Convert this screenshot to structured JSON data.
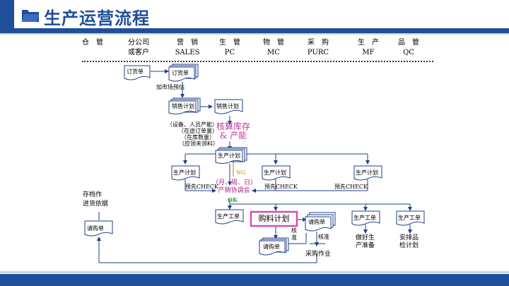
{
  "header": {
    "title": "生产运营流程"
  },
  "columns": [
    {
      "top": "仓　管",
      "bottom": ""
    },
    {
      "top": "分公司",
      "bottom": "或客户"
    },
    {
      "top": "营　销",
      "bottom": "SALES"
    },
    {
      "top": "生　管",
      "bottom": "PC"
    },
    {
      "top": "物　管",
      "bottom": "MC"
    },
    {
      "top": "采　购",
      "bottom": "PURC"
    },
    {
      "top": "生　产",
      "bottom": "MF"
    },
    {
      "top": "品　管",
      "bottom": "QC"
    }
  ],
  "nodes": {
    "order1": "订货单",
    "order2": "订货单",
    "sales_plan1": "销售计划",
    "sales_plan2": "销售计划",
    "prod_plan_main": "生产计划",
    "prod_plan_left": "生产计划",
    "prod_plan_mid": "生产计划",
    "prod_plan_right": "生产计划",
    "work_order_pc": "生产工单",
    "work_order_mf": "生产工单",
    "work_order_qc": "生产工单",
    "purchase_plan": "购料计划",
    "requisition_mc": "请购单",
    "requisition_purc": "请购单",
    "requisition_wh": "请购单"
  },
  "labels": {
    "market_forecast": "加市场预估",
    "equip_line1": "（设备、人员产能）",
    "equip_line2": "（在途订单量）",
    "equip_line3": "（在库数量）",
    "equip_line4": "（应领未领料）",
    "check_stock": "核算库存",
    "check_capacity": "& 产能",
    "ng": "NG",
    "ok": "OK",
    "precheck_left": "预先CHECK",
    "precheck_mid": "预先CHECK",
    "precheck_right": "预先CHECK",
    "meeting_line1": "（月、周、日）",
    "meeting_line2": "产销协调会",
    "archive_line1": "存档作",
    "archive_line2": "进货依据",
    "approve1": "核",
    "approve1b": "准",
    "approve2": "核准",
    "purchase_op": "采购作业",
    "prep_line1": "做好生",
    "prep_line2": "产准备",
    "qc_line1": "安排品",
    "qc_line2": "检计划"
  },
  "colors": {
    "brand": "#1f4e9a",
    "check_text": "#c0399a",
    "meeting_text": "#b0208a",
    "purchase_box": "#d04fb5",
    "ng_line": "#e3a341",
    "ok_text": "#2aa832"
  }
}
